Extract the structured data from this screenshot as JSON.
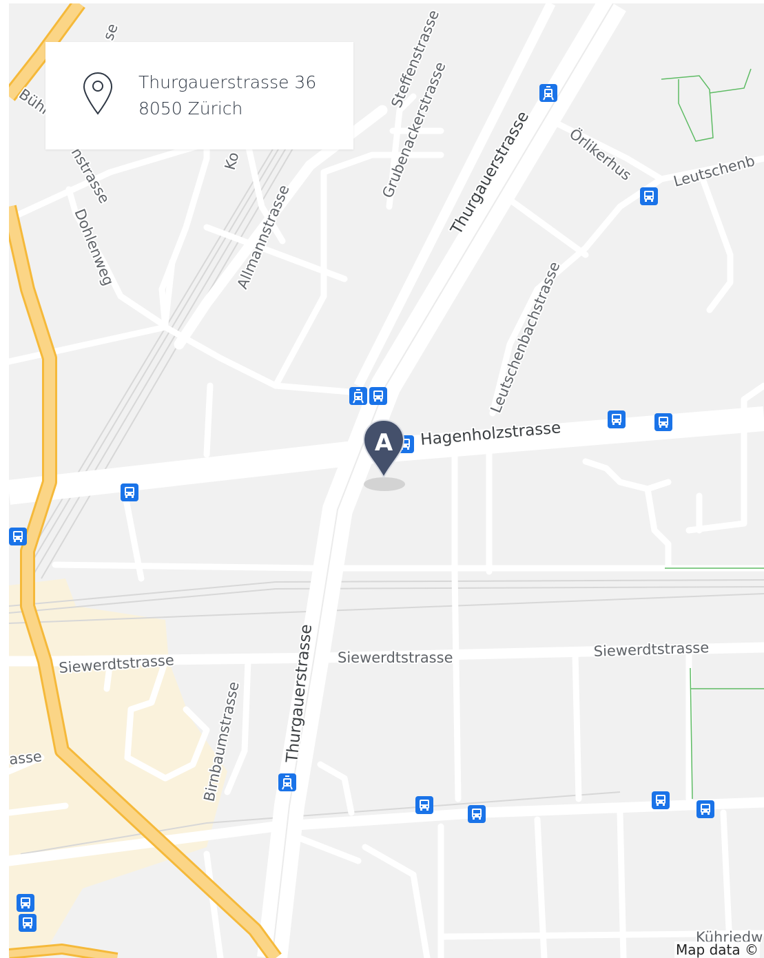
{
  "address": {
    "line1": "Thurgauerstrasse 36",
    "line2": "8050 Zürich",
    "icon": "map-pin-icon"
  },
  "marker": {
    "label": "A",
    "color": "#44506b"
  },
  "streets": {
    "thurgauerstrasse_north": "Thurgauerstrasse",
    "thurgauerstrasse_south": "Thurgauerstrasse",
    "hagenholzstrasse": "Hagenholzstrasse",
    "leutschenbachstrasse": "Leutschenbachstrasse",
    "grubenackerstrasse": "Grubenackerstrasse",
    "steffenstrasse": "Steffenstrasse",
    "allmannstrasse": "Allmannstrasse",
    "dohlenweg": "Dohlenweg",
    "orlikerhus": "Örlikerhus",
    "leutschenbach_partial": "Leutschenb",
    "siewerdt_west": "Siewerdtstrasse",
    "siewerdt_center": "Siewerdtstrasse",
    "siewerdt_east": "Siewerdtstrasse",
    "birnbaumstrasse": "Birnbaumstrasse",
    "asse_partial": "asse",
    "buhl_partial": "Bühl",
    "nstrasse_partial": "nstrasse",
    "se_partial": "se",
    "ko_partial": "Ko",
    "kuhriedw_partial": "Kühriedw"
  },
  "attribution": "Map data ©",
  "colors": {
    "map_background": "#f1f1f1",
    "road": "#ffffff",
    "highway": "#fbd586",
    "highway_edge": "#f5b93a",
    "built_area": "#faf2dc",
    "transit_icon": "#1a73e8",
    "path_green": "#5dbb63"
  },
  "transit_stops": [
    {
      "type": "tram"
    },
    {
      "type": "bus"
    },
    {
      "type": "tram"
    },
    {
      "type": "bus"
    },
    {
      "type": "bus"
    },
    {
      "type": "bus"
    },
    {
      "type": "bus"
    },
    {
      "type": "bus"
    },
    {
      "type": "tram"
    },
    {
      "type": "bus"
    },
    {
      "type": "bus"
    },
    {
      "type": "bus"
    },
    {
      "type": "bus"
    },
    {
      "type": "bus"
    },
    {
      "type": "bus"
    },
    {
      "type": "bus"
    }
  ]
}
